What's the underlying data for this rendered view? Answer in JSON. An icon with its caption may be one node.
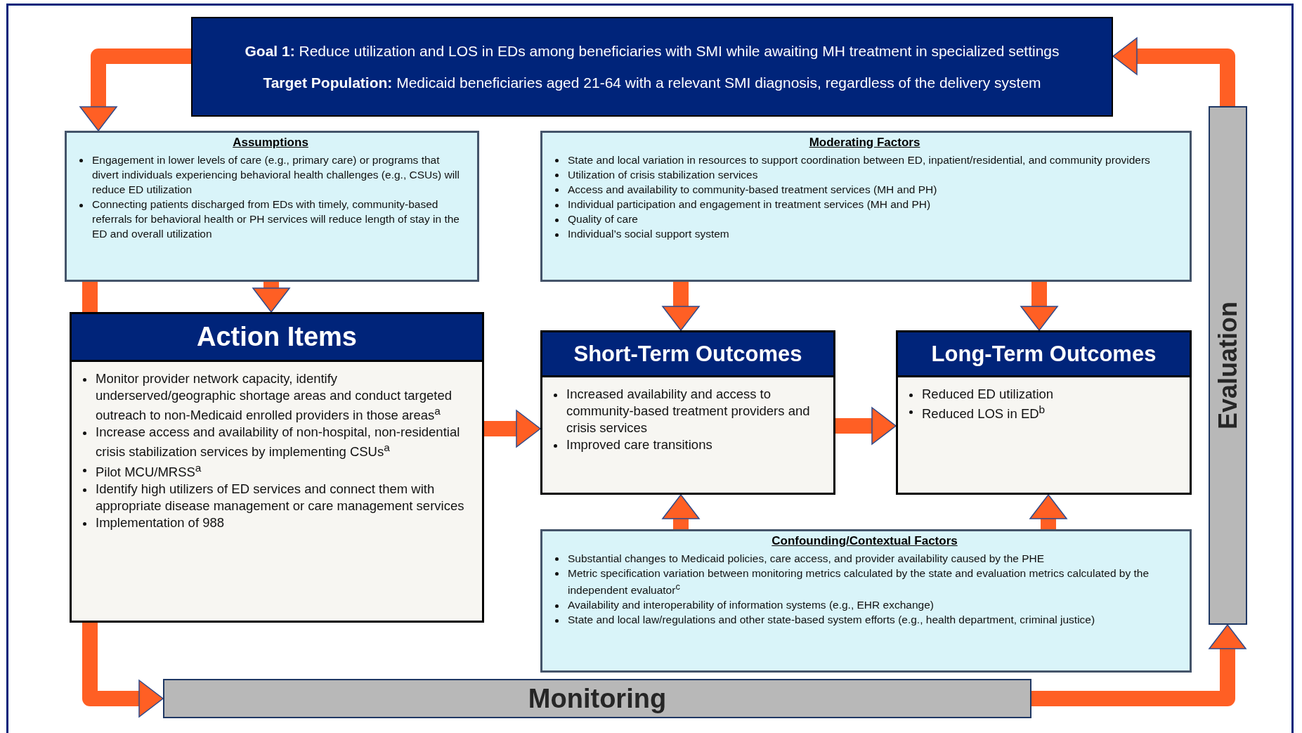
{
  "diagram": {
    "nodes": [
      {
        "text": [
          "**Goal 1:** Reduce utilization and LOS in EDs among beneficiaries with SMI while awaiting MH treatment in specialized settings",
          "**Target Population:** Medicaid beneficiaries aged 21-64 with a relevant SMI diagnosis, regardless of the delivery system"
        ]
      },
      {
        "text": [
          "Assumptions",
          "Engagement in lower levels of care (e.g., primary care) or programs that divert individuals experiencing behavioral health challenges (e.g., CSUs) will reduce ED utilization",
          "Connecting patients discharged from EDs with timely, community-based referrals for behavioral health or PH services will reduce length of stay in the ED and overall utilization"
        ]
      },
      {
        "text": [
          "Moderating Factors",
          "State and local variation in resources to support coordination between ED, inpatient/residential, and community providers",
          "Utilization of crisis stabilization services",
          "Access and availability to community-based treatment services (MH and PH)",
          "Individual participation and engagement in treatment services (MH and PH)",
          "Quality of care",
          "Individual’s social support system"
        ]
      },
      {
        "text": [
          "Action Items",
          "Monitor provider network capacity, identify underserved/geographic shortage areas and conduct targeted outreach to non-Medicaid enrolled providers in those areas$^{a}$",
          "Increase access and availability of non-hospital, non-residential crisis stabilization services by implementing CSUs$^{a}$",
          "Pilot MCU/MRSS$^{a}$",
          "Identify high utilizers of ED services and connect them with appropriate disease management or care management services",
          "Implementation of 988"
        ]
      },
      {
        "text": [
          "Short-Term Outcomes",
          "Increased availability and access to community-based treatment providers and crisis services",
          "Improved care transitions"
        ]
      },
      {
        "text": [
          "Long-Term Outcomes",
          "Reduced ED utilization",
          "Reduced LOS in ED$^{b}$"
        ]
      },
      {
        "text": [
          "Confounding/Contextual Factors",
          "Substantial changes to Medicaid policies, care access, and provider availability caused by the PHE",
          "Metric specification variation between monitoring metrics calculated by the state and evaluation metrics calculated by the independent evaluator$^{c}$",
          "Availability and interoperability of information systems (e.g., EHR exchange)",
          "State and local law/regulations and other state-based system efforts (e.g., health department, criminal justice)"
        ]
      },
      {
        "text": [
          "Monitoring"
        ]
      },
      {
        "text": [
          "Evaluation"
        ]
      }
    ],
    "edges": [
      {
        "from": 0,
        "to": 1,
        "arrow": "to"
      },
      {
        "from": 1,
        "to": 3,
        "arrow": "to"
      },
      {
        "from": 1,
        "to": 3,
        "arrow": "none"
      },
      {
        "from": 3,
        "to": 7,
        "arrow": "to"
      },
      {
        "from": 3,
        "to": 4,
        "arrow": "to"
      },
      {
        "from": 2,
        "to": 4,
        "arrow": "to"
      },
      {
        "from": 2,
        "to": 5,
        "arrow": "to"
      },
      {
        "from": 4,
        "to": 5,
        "arrow": "to"
      },
      {
        "from": 6,
        "to": 4,
        "arrow": "to"
      },
      {
        "from": 6,
        "to": 5,
        "arrow": "to"
      },
      {
        "from": 7,
        "to": 8,
        "arrow": "to"
      },
      {
        "from": 8,
        "to": 0,
        "arrow": "to"
      }
    ]
  }
}
